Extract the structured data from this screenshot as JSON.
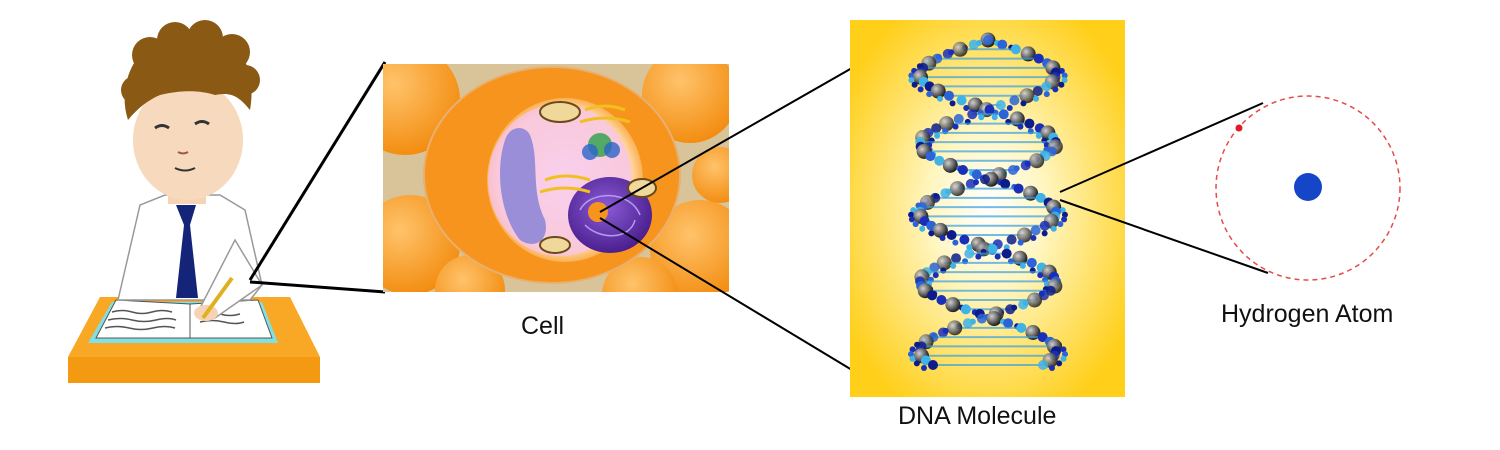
{
  "labels": {
    "cell": "Cell",
    "dna": "DNA Molecule",
    "atom": "Hydrogen Atom"
  },
  "icons": {
    "student": "student-studying-icon",
    "cell": "cell-icon",
    "dna": "dna-double-helix-icon",
    "atom": "hydrogen-atom-icon"
  },
  "colors": {
    "orange": "#f7941d",
    "desk": "#f9a825",
    "nucleus": "#5b2a9e",
    "dna_background": "#ffd21f",
    "proton": "#1646c8",
    "electron": "#e01b24",
    "orbit": "#e84a4a"
  }
}
